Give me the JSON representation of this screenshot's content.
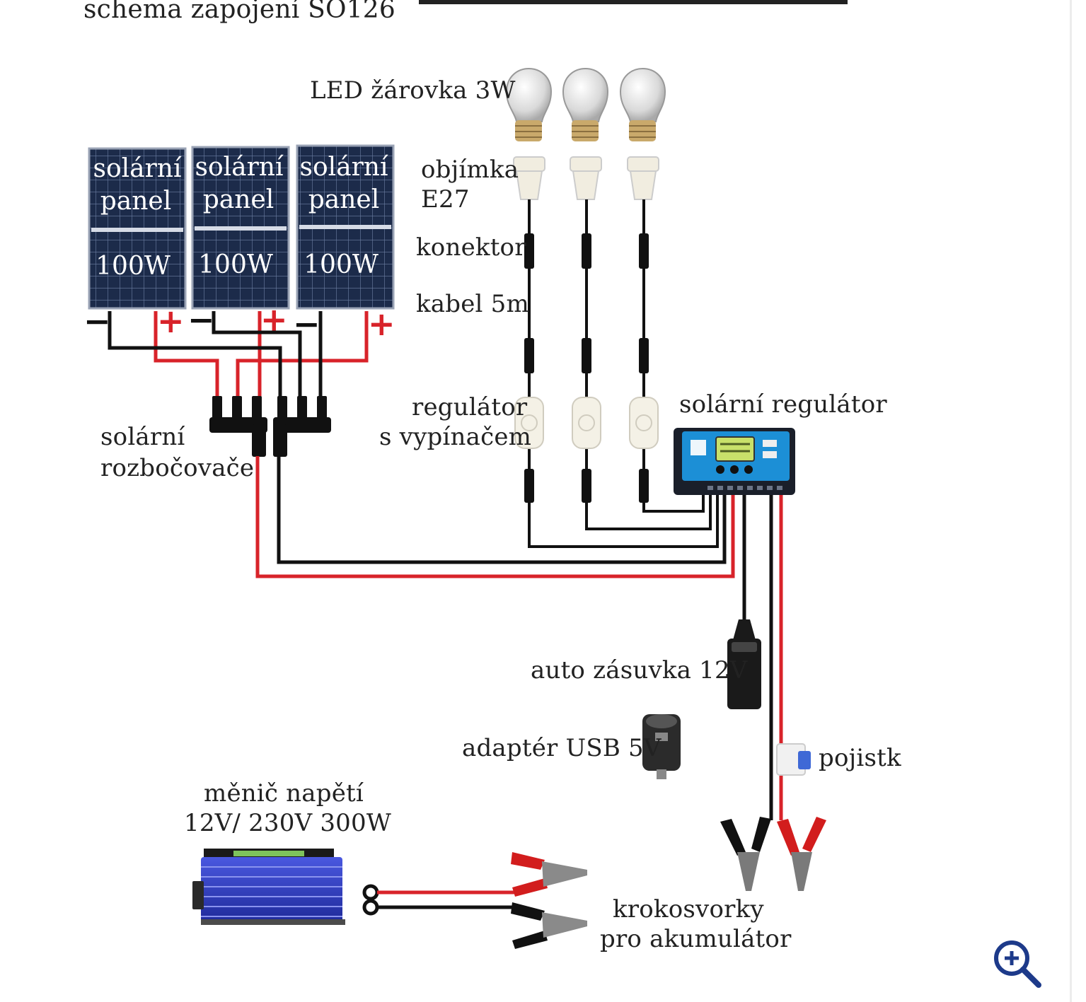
{
  "title": "schema zapojení SO126",
  "labels": {
    "led_bulb": "LED žárovka 3W",
    "socket_line1": "objímka",
    "socket_line2": "E27",
    "connector": "konektor",
    "cable": "kabel 5m",
    "dimmer_line1": "regulátor",
    "dimmer_line2": "s vypínačem",
    "splitter_line1": "solární",
    "splitter_line2": "rozbočovače",
    "solar_controller": "solární regulátor",
    "car_socket": "auto zásuvka 12V",
    "usb_adapter": "adaptér USB 5V",
    "fuse": "pojistk",
    "inverter_line1": "měnič napětí",
    "inverter_line2": "12V/ 230V 300W",
    "clamps_line1": "krokosvorky",
    "clamps_line2": "pro akumulátor"
  },
  "panels": [
    {
      "line1": "solární",
      "line2": "panel",
      "power": "100W"
    },
    {
      "line1": "solární",
      "line2": "panel",
      "power": "100W"
    },
    {
      "line1": "solární",
      "line2": "panel",
      "power": "100W"
    }
  ],
  "signs": {
    "minus": "−",
    "plus": "+"
  },
  "colors": {
    "positive_wire": "#d8232a",
    "negative_wire": "#111111",
    "panel_blue": "#1c2b4a",
    "controller_blue": "#1c8fd6",
    "inverter_blue": "#2e3cc0",
    "clamp_red": "#d21d1d"
  },
  "icons": [
    "zoom-in-icon"
  ]
}
